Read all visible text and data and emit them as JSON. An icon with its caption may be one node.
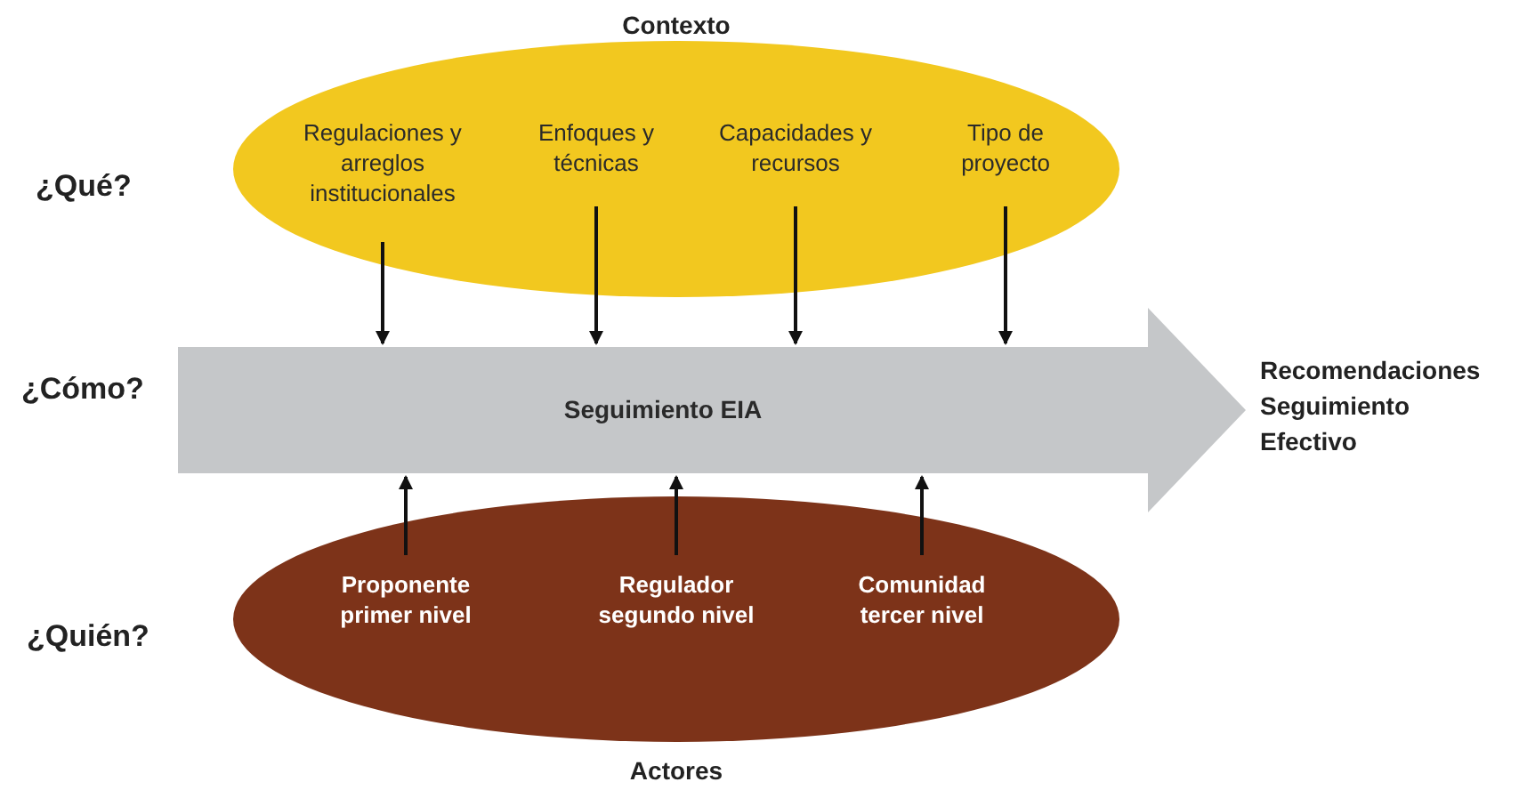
{
  "diagram": {
    "nodes": [
      {
        "text": [
          "Contexto"
        ]
      },
      {
        "text": [
          "Regulaciones y arreglos institucionales"
        ],
        "in": 0
      },
      {
        "text": [
          "Enfoques y técnicas"
        ],
        "in": 0
      },
      {
        "text": [
          "Capacidades y recursos"
        ],
        "in": 0
      },
      {
        "text": [
          "Tipo de proyecto"
        ],
        "in": 0
      },
      {
        "text": [
          "Seguimiento EIA"
        ]
      },
      {
        "text": [
          "Actores"
        ]
      },
      {
        "text": [
          "Proponente primer nivel"
        ],
        "in": 6
      },
      {
        "text": [
          "Regulador segundo nivel"
        ],
        "in": 6
      },
      {
        "text": [
          "Comunidad tercer nivel"
        ],
        "in": 6
      }
    ],
    "edges": [
      {
        "from": 1,
        "to": 5,
        "arrow": "to"
      },
      {
        "from": 2,
        "to": 5,
        "arrow": "to"
      },
      {
        "from": 3,
        "to": 5,
        "arrow": "to"
      },
      {
        "from": 4,
        "to": 5,
        "arrow": "to"
      },
      {
        "from": 7,
        "to": 5,
        "arrow": "to"
      },
      {
        "from": 8,
        "to": 5,
        "arrow": "to"
      },
      {
        "from": 9,
        "to": 5,
        "arrow": "to"
      }
    ],
    "labels": [
      "¿Qué?",
      "¿Cómo?",
      "¿Quién?",
      "Recomendaciones Seguimiento Efectivo"
    ]
  }
}
